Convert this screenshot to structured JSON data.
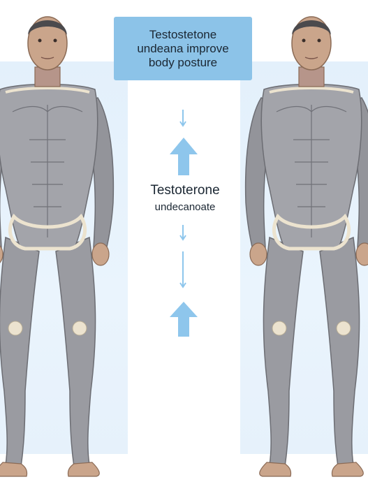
{
  "header": {
    "title": "Testostetone\nundeana improve\nbody posture"
  },
  "center": {
    "label_line1": "Testoterone",
    "label_line2": "undecanoate"
  },
  "figures": [
    {
      "name": "left-body",
      "icon": "anatomy-muscle-figure"
    },
    {
      "name": "right-body",
      "icon": "anatomy-muscle-figure"
    }
  ],
  "arrows": [
    {
      "icon": "arrow-down-small-icon"
    },
    {
      "icon": "arrow-up-large-icon"
    },
    {
      "icon": "arrow-down-small-icon"
    },
    {
      "icon": "arrow-down-long-icon"
    },
    {
      "icon": "arrow-up-large-icon"
    }
  ],
  "colors": {
    "panel": "#e6f1fb",
    "title_box": "#8cc3e8",
    "arrow": "#8ec6ec",
    "skin": "#caa58b",
    "muscle": "#8f9198",
    "bone": "#ece3cf"
  }
}
